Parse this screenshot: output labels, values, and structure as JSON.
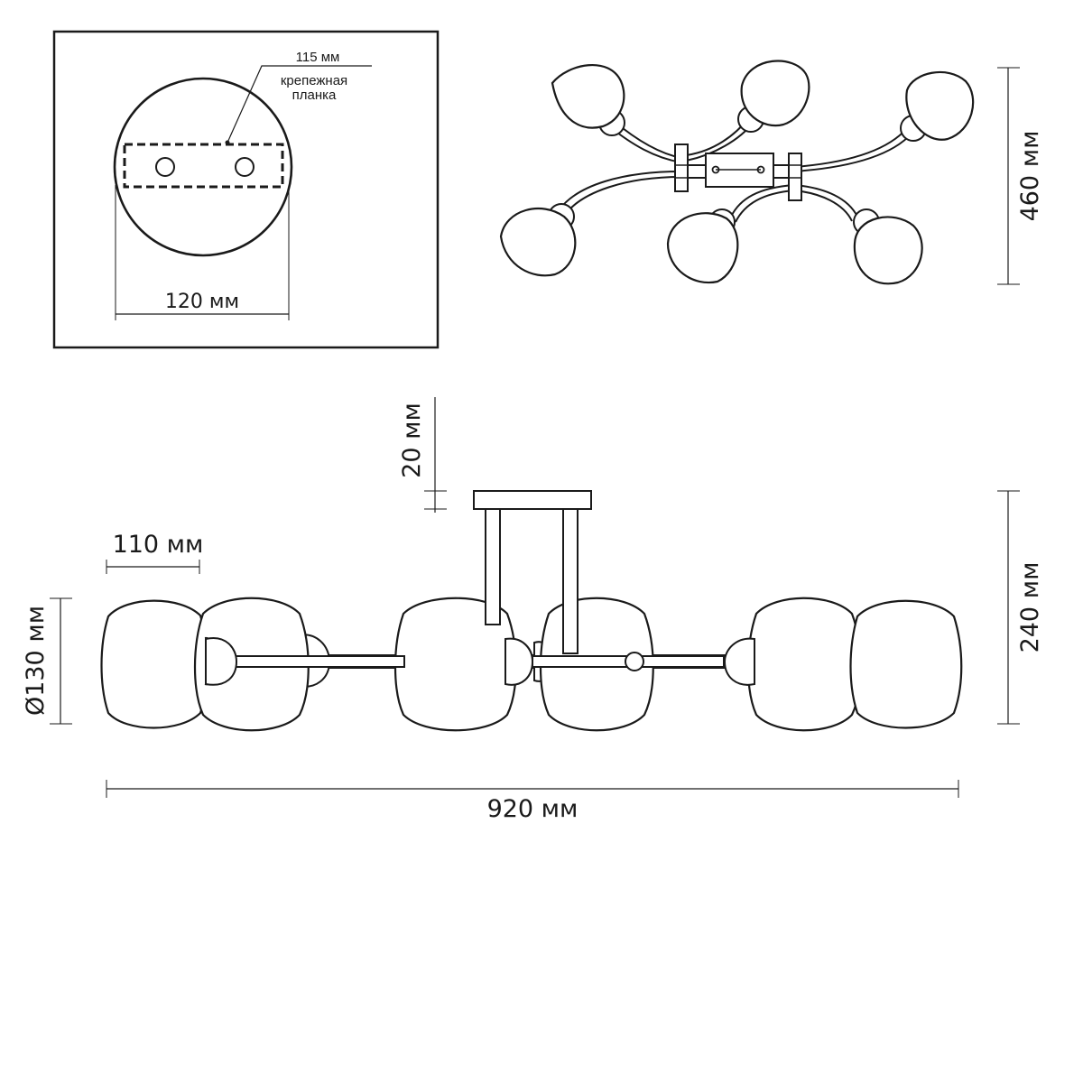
{
  "mount_plate": {
    "plate_width": "115 мм",
    "bracket_label_line1": "крепежная",
    "bracket_label_line2": "планка",
    "diameter": "120 мм"
  },
  "top_view": {
    "depth": "460 мм"
  },
  "side_view": {
    "canopy_height": "20 мм",
    "shade_width": "110 мм",
    "shade_diameter": "Ø130 мм",
    "total_height": "240 мм",
    "total_width": "920 мм"
  }
}
